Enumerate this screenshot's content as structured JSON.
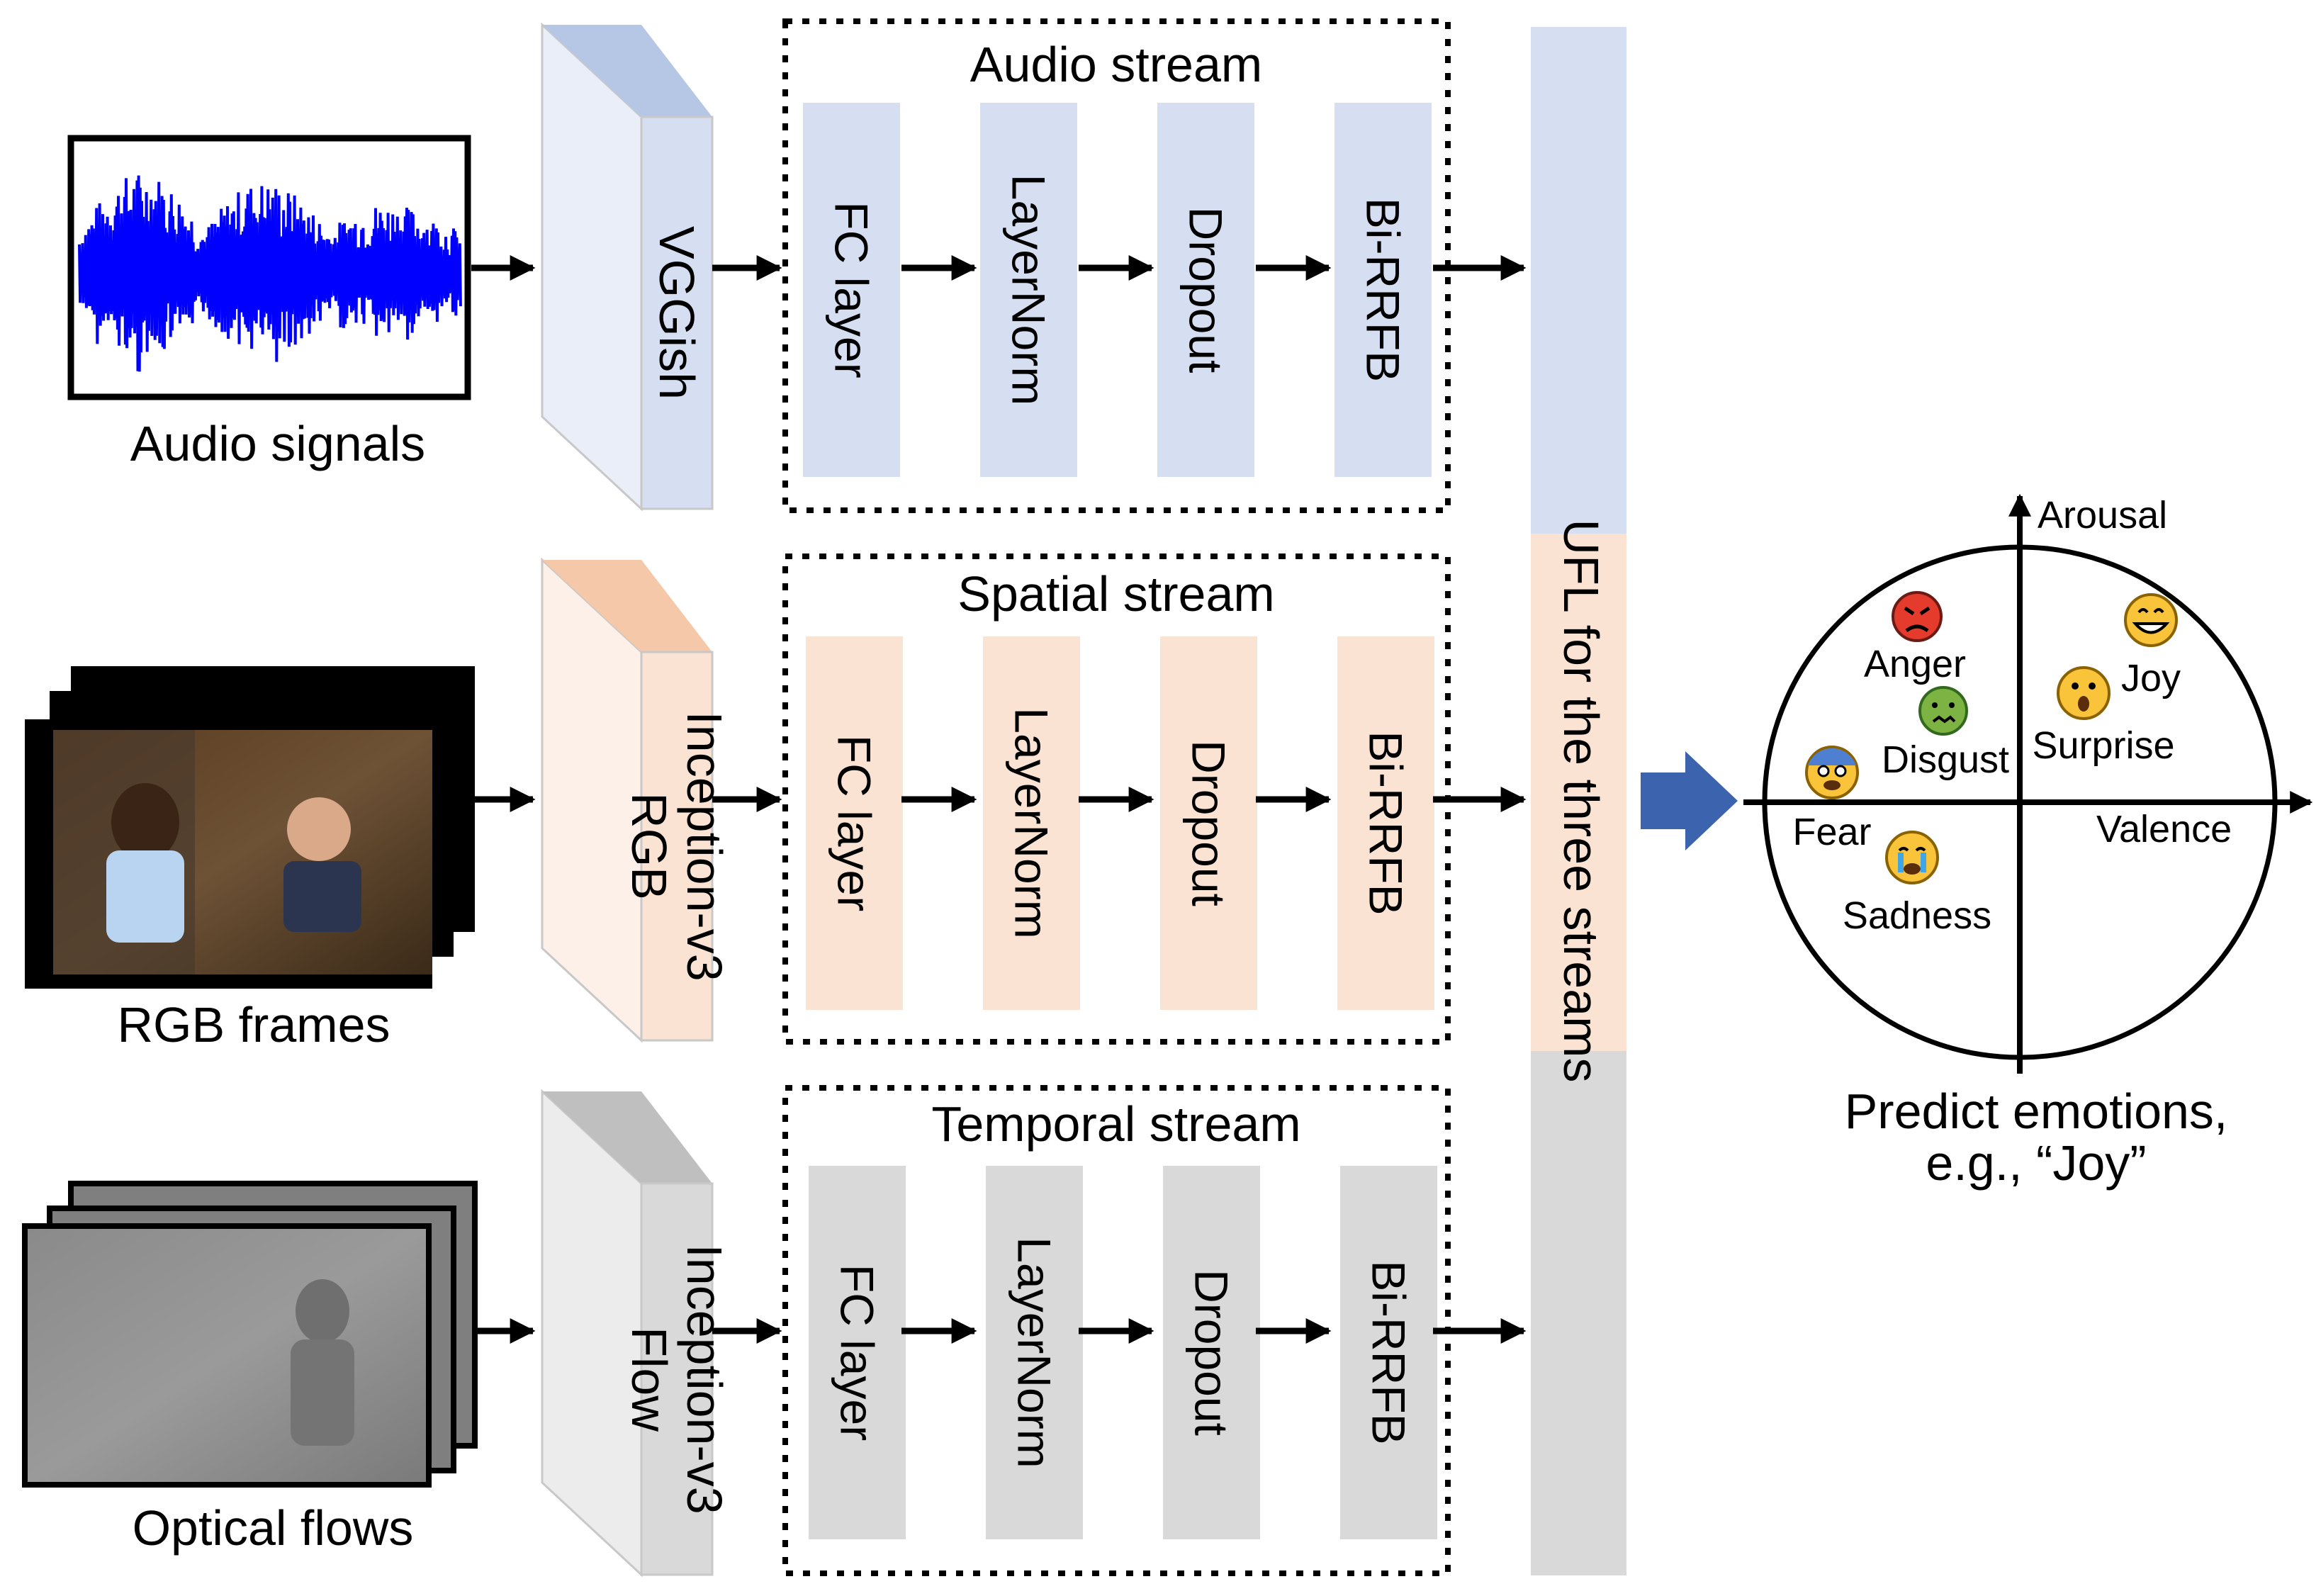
{
  "inputs": {
    "audio": "Audio signals",
    "rgb": "RGB frames",
    "flow": "Optical flows"
  },
  "extractors": {
    "audio": [
      "VGGish"
    ],
    "rgb": [
      "Inception-v3",
      "RGB"
    ],
    "flow": [
      "Inception-v3",
      "Flow"
    ]
  },
  "streams": [
    {
      "title": "Audio stream",
      "blocks": [
        "FC layer",
        "LayerNorm",
        "Dropout",
        "Bi-RRFB"
      ]
    },
    {
      "title": "Spatial stream",
      "blocks": [
        "FC layer",
        "LayerNorm",
        "Dropout",
        "Bi-RRFB"
      ]
    },
    {
      "title": "Temporal stream",
      "blocks": [
        "FC layer",
        "LayerNorm",
        "Dropout",
        "Bi-RRFB"
      ]
    }
  ],
  "fusion": "UFL for the three streams",
  "emotion_space": {
    "y_axis": "Arousal",
    "x_axis": "Valence",
    "emotions": [
      "Anger",
      "Joy",
      "Disgust",
      "Surprise",
      "Fear",
      "Sadness"
    ]
  },
  "output": [
    "Predict emotions,",
    "e.g., “Joy”"
  ],
  "colors": {
    "audio": "#d6dff1",
    "audio_dark": "#b6c7e5",
    "audio_light": "#e9eef8",
    "spatial": "#fbe3d3",
    "spatial_dark": "#f4c8a8",
    "spatial_light": "#fdf0e8",
    "temporal": "#d9d9d9",
    "temporal_dark": "#bfbfbf",
    "temporal_light": "#ececec",
    "waveform": "#0000ff",
    "fusion_arrow": "#3c64ae"
  }
}
